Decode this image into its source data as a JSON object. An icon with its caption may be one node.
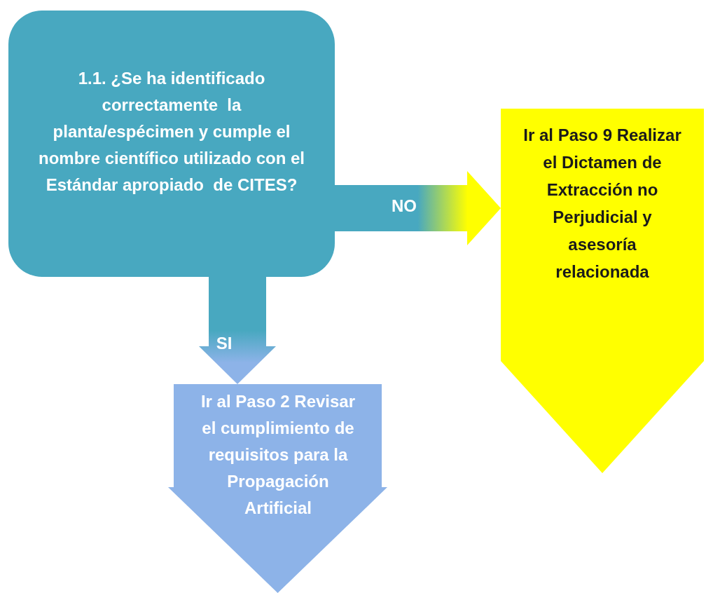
{
  "diagram": {
    "nodes": [
      {
        "text": [
          "1.1. ¿Se ha identificado correctamente  la planta/espécimen y cumple el nombre científico utilizado con el Estándar apropiado  de CITES?"
        ]
      },
      {
        "text": [
          "Ir al Paso 9 Realizar el Dictamen de Extracción no Perjudicial y asesoría relacionada"
        ]
      },
      {
        "text": [
          "Ir al Paso 2 Revisar  el cumplimiento de requisitos para la Propagación Artificial"
        ]
      }
    ],
    "edges": [
      {
        "from": 0,
        "to": 1,
        "arrow": "to",
        "label": "NO"
      },
      {
        "from": 0,
        "to": 2,
        "arrow": "to",
        "label": "SI"
      }
    ]
  }
}
